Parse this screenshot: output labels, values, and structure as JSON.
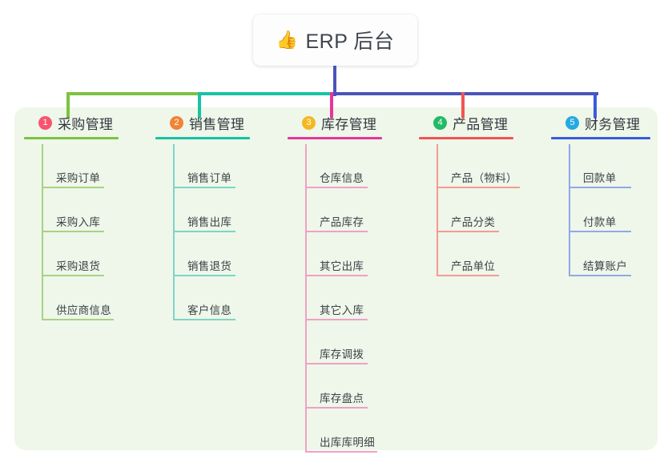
{
  "root": {
    "icon": "thumbs-up-icon",
    "icon_glyph": "👍",
    "title": "ERP 后台"
  },
  "palette": {
    "panel_bg": "#eef7e9",
    "page_bg": "#ffffff",
    "root_stem": "#4a55b8",
    "text": "#3d4249"
  },
  "columns": [
    {
      "number": "1",
      "title": "采购管理",
      "badge_color": "#f8546f",
      "line_color": "#7dc242",
      "item_line_color": "#a8d285",
      "items": [
        {
          "label": "采购订单"
        },
        {
          "label": "采购入库"
        },
        {
          "label": "采购退货"
        },
        {
          "label": "供应商信息"
        }
      ]
    },
    {
      "number": "2",
      "title": "销售管理",
      "badge_color": "#f08437",
      "line_color": "#18c2a4",
      "item_line_color": "#7fd4c6",
      "items": [
        {
          "label": "销售订单"
        },
        {
          "label": "销售出库"
        },
        {
          "label": "销售退货"
        },
        {
          "label": "客户信息"
        }
      ]
    },
    {
      "number": "3",
      "title": "库存管理",
      "badge_color": "#f5b722",
      "line_color": "#e8359a",
      "item_line_color": "#efa0c8",
      "items": [
        {
          "label": "仓库信息"
        },
        {
          "label": "产品库存"
        },
        {
          "label": "其它出库"
        },
        {
          "label": "其它入库"
        },
        {
          "label": "库存调拨"
        },
        {
          "label": "库存盘点"
        },
        {
          "label": "出库库明细"
        }
      ]
    },
    {
      "number": "4",
      "title": "产品管理",
      "badge_color": "#22ba66",
      "line_color": "#f25454",
      "item_line_color": "#f59a94",
      "items": [
        {
          "label": "产品（物料）"
        },
        {
          "label": "产品分类"
        },
        {
          "label": "产品单位"
        }
      ]
    },
    {
      "number": "5",
      "title": "财务管理",
      "badge_color": "#26a9e0",
      "line_color": "#3b5bdb",
      "item_line_color": "#93a7e8",
      "items": [
        {
          "label": "回款单"
        },
        {
          "label": "付款单"
        },
        {
          "label": "结算账户"
        }
      ]
    }
  ]
}
